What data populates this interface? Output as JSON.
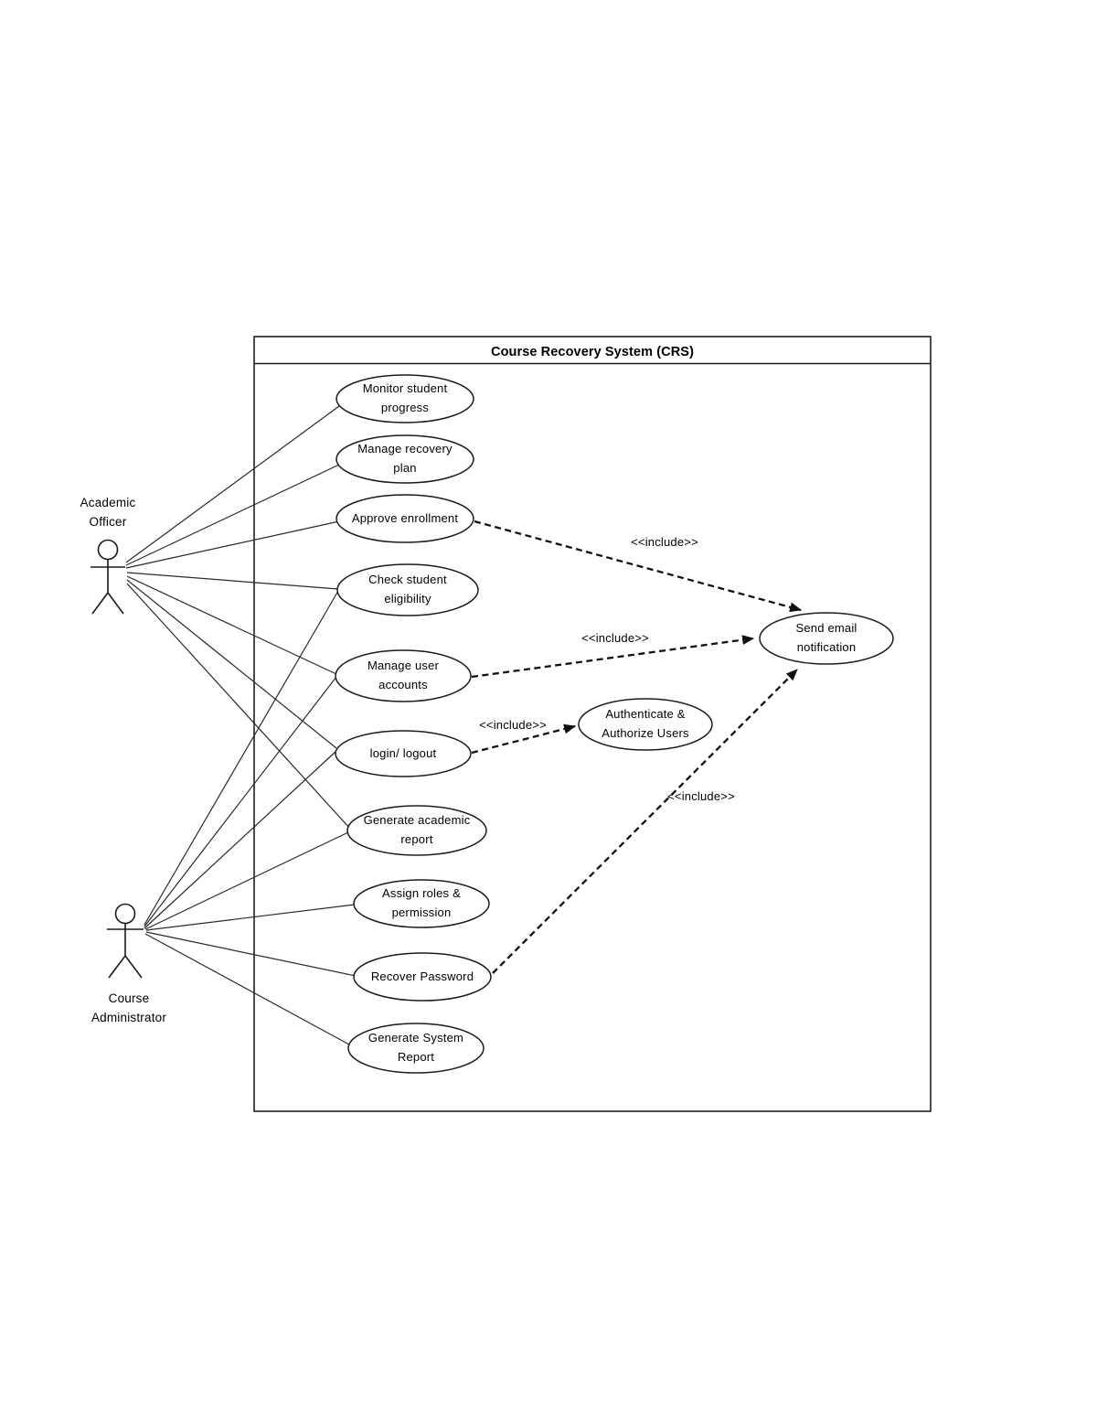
{
  "diagram": {
    "title": "Course Recovery System (CRS)",
    "actors": [
      {
        "name": "Academic Officer",
        "label_lines": [
          "Academic",
          "Officer"
        ]
      },
      {
        "name": "Course Administrator",
        "label_lines": [
          "Course",
          "Administrator"
        ]
      }
    ],
    "use_cases": [
      {
        "name": "Monitor student progress",
        "label_lines": [
          "Monitor student",
          "progress"
        ]
      },
      {
        "name": "Manage recovery plan",
        "label_lines": [
          "Manage recovery",
          "plan"
        ]
      },
      {
        "name": "Approve enrollment",
        "label_lines": [
          "Approve enrollment"
        ]
      },
      {
        "name": "Check student eligibility",
        "label_lines": [
          "Check student",
          "eligibility"
        ]
      },
      {
        "name": "Manage user accounts",
        "label_lines": [
          "Manage user",
          "accounts"
        ]
      },
      {
        "name": "login/ logout",
        "label_lines": [
          "login/ logout"
        ]
      },
      {
        "name": "Generate academic report",
        "label_lines": [
          "Generate academic",
          "report"
        ]
      },
      {
        "name": "Assign roles & permission",
        "label_lines": [
          "Assign roles &",
          "permission"
        ]
      },
      {
        "name": "Recover Password",
        "label_lines": [
          "Recover Password"
        ]
      },
      {
        "name": "Generate System Report",
        "label_lines": [
          "Generate System",
          "Report"
        ]
      },
      {
        "name": "Send email notification",
        "label_lines": [
          "Send email",
          "notification"
        ]
      },
      {
        "name": "Authenticate & Authorize Users",
        "label_lines": [
          "Authenticate &",
          "Authorize Users"
        ]
      }
    ],
    "associations": [
      {
        "from": "Academic Officer",
        "to": "Monitor student progress"
      },
      {
        "from": "Academic Officer",
        "to": "Manage recovery plan"
      },
      {
        "from": "Academic Officer",
        "to": "Approve enrollment"
      },
      {
        "from": "Academic Officer",
        "to": "Check student eligibility"
      },
      {
        "from": "Academic Officer",
        "to": "Manage user accounts"
      },
      {
        "from": "Academic Officer",
        "to": "login/ logout"
      },
      {
        "from": "Academic Officer",
        "to": "Generate academic report"
      },
      {
        "from": "Course Administrator",
        "to": "Check student eligibility"
      },
      {
        "from": "Course Administrator",
        "to": "Manage user accounts"
      },
      {
        "from": "Course Administrator",
        "to": "login/ logout"
      },
      {
        "from": "Course Administrator",
        "to": "Generate academic report"
      },
      {
        "from": "Course Administrator",
        "to": "Assign roles & permission"
      },
      {
        "from": "Course Administrator",
        "to": "Recover Password"
      },
      {
        "from": "Course Administrator",
        "to": "Generate System Report"
      }
    ],
    "includes": [
      {
        "from": "Approve enrollment",
        "to": "Send email notification",
        "label": "<<include>>"
      },
      {
        "from": "Manage user accounts",
        "to": "Send email notification",
        "label": "<<include>>"
      },
      {
        "from": "login/ logout",
        "to": "Authenticate & Authorize Users",
        "label": "<<include>>"
      },
      {
        "from": "Recover Password",
        "to": "Send email notification",
        "label": "<<include>>"
      }
    ],
    "colors": {
      "stroke": "#1b1b1b",
      "text": "#000000",
      "background": "#ffffff"
    }
  }
}
